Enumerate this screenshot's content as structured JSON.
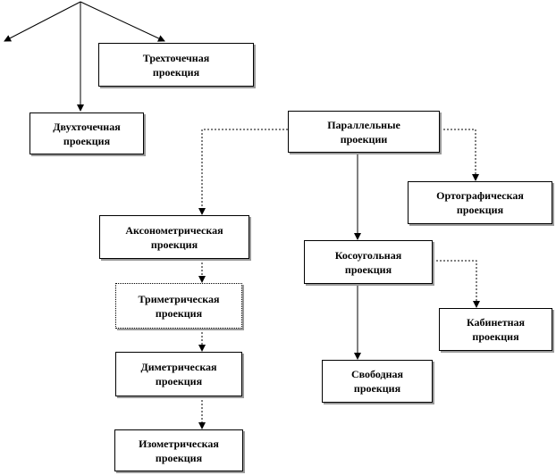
{
  "diagram": {
    "nodes": [
      {
        "id": "three-point",
        "lines": [
          "Трехточечная",
          "проекция"
        ]
      },
      {
        "id": "two-point",
        "lines": [
          "Двухточечная",
          "проекция"
        ]
      },
      {
        "id": "parallel",
        "lines": [
          "Параллельные",
          "проекции"
        ]
      },
      {
        "id": "orthographic",
        "lines": [
          "Ортографическая",
          "проекция"
        ]
      },
      {
        "id": "axonometric",
        "lines": [
          "Аксонометрическая",
          "проекция"
        ]
      },
      {
        "id": "oblique",
        "lines": [
          "Косоугольная",
          "проекция"
        ]
      },
      {
        "id": "trimetric",
        "lines": [
          "Триметрическая",
          "проекция"
        ]
      },
      {
        "id": "cabinet",
        "lines": [
          "Кабинетная",
          "проекция"
        ]
      },
      {
        "id": "dimetric",
        "lines": [
          "Диметрическая",
          "проекция"
        ]
      },
      {
        "id": "free",
        "lines": [
          "Свободная",
          "проекция"
        ]
      },
      {
        "id": "isometric",
        "lines": [
          "Изометрическая",
          "проекция"
        ]
      }
    ],
    "edges": [
      {
        "from": "parallel",
        "to": "axonometric",
        "style": "dotted"
      },
      {
        "from": "parallel",
        "to": "oblique",
        "style": "solid"
      },
      {
        "from": "parallel",
        "to": "orthographic",
        "style": "dotted"
      },
      {
        "from": "axonometric",
        "to": "trimetric",
        "style": "dotted"
      },
      {
        "from": "trimetric",
        "to": "dimetric",
        "style": "dotted"
      },
      {
        "from": "dimetric",
        "to": "isometric",
        "style": "dotted"
      },
      {
        "from": "oblique",
        "to": "free",
        "style": "solid"
      },
      {
        "from": "oblique",
        "to": "cabinet",
        "style": "dotted"
      }
    ]
  }
}
